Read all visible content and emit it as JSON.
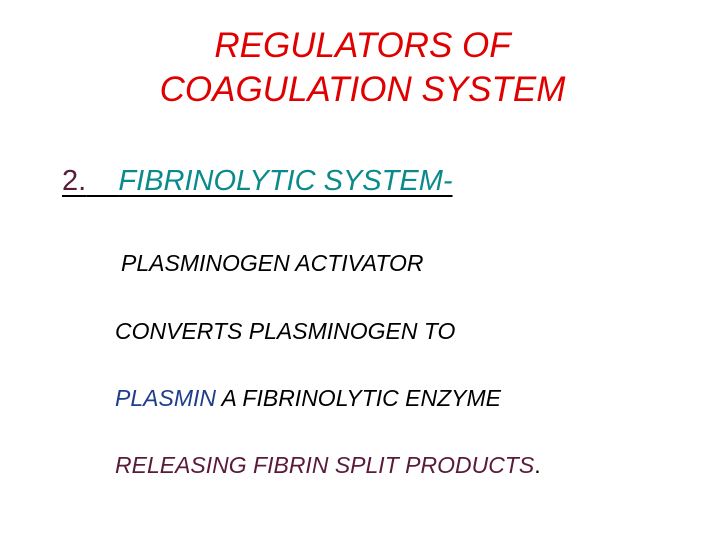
{
  "title": {
    "line1": "REGULATORS OF",
    "line2": "COAGULATION SYSTEM"
  },
  "heading": {
    "number": "2.",
    "text": "FIBRINOLYTIC SYSTEM-"
  },
  "body": {
    "line1": "PLASMINOGEN ACTIVATOR",
    "line2": "CONVERTS PLASMINOGEN TO",
    "line3_highlight": "PLASMIN",
    "line3_rest": "A FIBRINOLYTIC ENZYME",
    "line4": "RELEASING FIBRIN SPLIT PRODUCTS",
    "line4_end": "."
  },
  "colors": {
    "title": "#e00000",
    "heading_number": "#5a1a3a",
    "heading_text": "#0a8a8a",
    "plasmin": "#1f3d8c",
    "releasing_line": "#5a1a3a",
    "body": "#000000"
  }
}
